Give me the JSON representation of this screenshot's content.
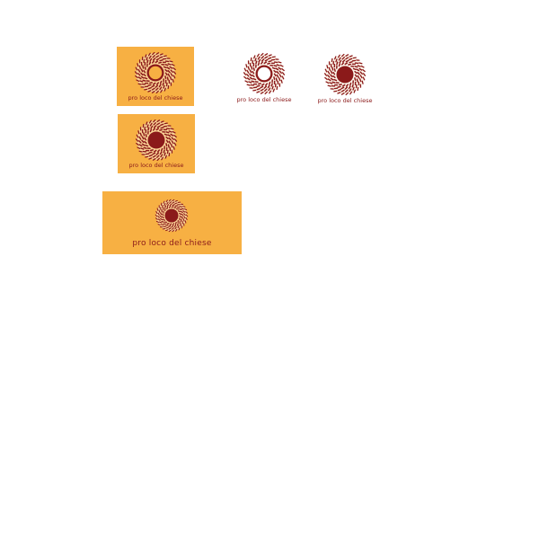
{
  "brand": {
    "name": "pro loco del chiese",
    "colors": {
      "orange": "#F7B043",
      "maroon": "#8B1A1A",
      "cream": "#FCEFD8",
      "white": "#FFFFFF"
    }
  },
  "variants": [
    {
      "id": "orange-card-orange-center",
      "caption": "pro loco del chiese",
      "background": "orange",
      "center": "orange"
    },
    {
      "id": "white-outline-center",
      "caption": "pro loco del chiese",
      "background": "white",
      "center": "white"
    },
    {
      "id": "white-solid-center",
      "caption": "pro loco del chiese",
      "background": "white",
      "center": "maroon"
    },
    {
      "id": "orange-card-maroon-center",
      "caption": "pro loco del chiese",
      "background": "orange",
      "center": "maroon"
    },
    {
      "id": "orange-banner-wide",
      "caption": "pro loco del chiese",
      "background": "orange",
      "center": "maroon"
    }
  ]
}
